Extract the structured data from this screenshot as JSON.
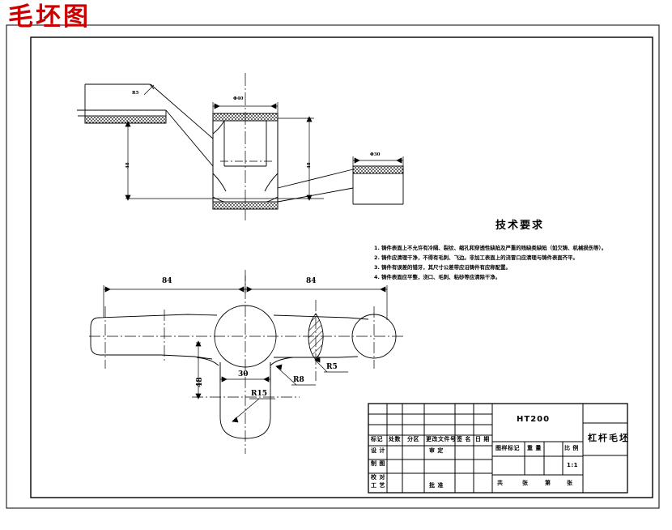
{
  "title_stamp": "毛坯图",
  "tech_req": {
    "heading": "技术要求",
    "lines": [
      "1. 铸件表面上不允许有冷隔、裂纹、缩孔和穿透性缺陷及严重的残缺类缺陷（如欠铸、机械损伤等）。",
      "2. 铸件应清理干净，不得有毛刺、飞边。非加工表面上的浇冒口应清理与铸件表面齐平。",
      "3. 铸件有误差的错牙，其尺寸公差带应沿铸件有应称配置。",
      "4. 铸件表面应平整，浇口、毛刺、粘砂等应清除干净。"
    ]
  },
  "section_view": {
    "dims": [
      {
        "name": "bore-diameter",
        "text": "Φ40"
      },
      {
        "name": "left-radius",
        "text": "R5"
      },
      {
        "name": "left-height",
        "text": "48"
      },
      {
        "name": "right-height",
        "text": "48"
      },
      {
        "name": "right-width",
        "text": "Φ30"
      }
    ]
  },
  "plan_view": {
    "dims": [
      {
        "name": "left-span",
        "text": "84"
      },
      {
        "name": "right-span",
        "text": "84"
      },
      {
        "name": "stem-length",
        "text": "48"
      },
      {
        "name": "stem-width",
        "text": "30"
      },
      {
        "name": "stem-end-radius",
        "text": "R15"
      },
      {
        "name": "fillet-radius-r8",
        "text": "R8"
      },
      {
        "name": "fillet-radius-r5",
        "text": "R5"
      }
    ]
  },
  "title_block": {
    "material": "HT200",
    "part_name": "杠杆毛坯",
    "revision_header": [
      "标记",
      "处数",
      "分区",
      "更改文件号",
      "签 名",
      "日 期"
    ],
    "role_rows": [
      {
        "role": "设 计",
        "co": "审 定"
      },
      {
        "role": "制 图",
        "co": ""
      },
      {
        "role": "校 对",
        "co": ""
      },
      {
        "role": "工 艺",
        "co": "批 准"
      }
    ],
    "stamp_header": [
      "图样标记",
      "重 量",
      "比 例"
    ],
    "scale": "1:1",
    "sheet_line": [
      "共",
      "张",
      "第",
      "张"
    ]
  }
}
